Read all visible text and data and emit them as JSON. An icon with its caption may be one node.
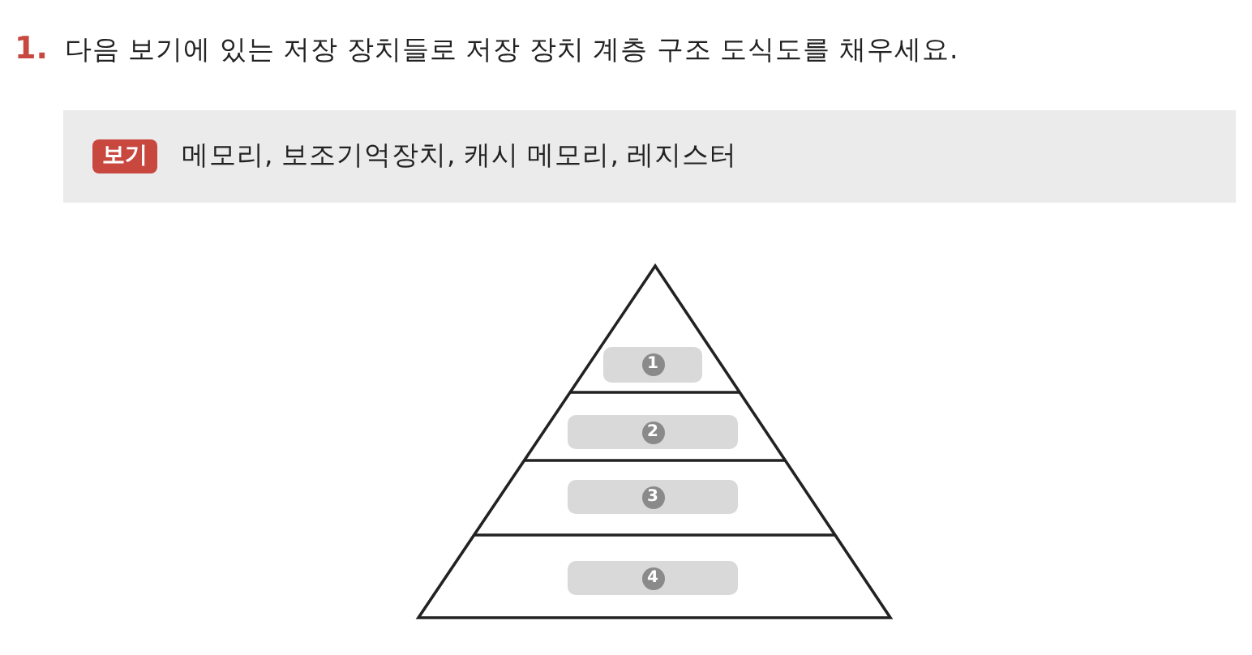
{
  "diagram": {
    "title": "다음 보기에 있는 저장 장치들로 저장 장치 계층 구조 도식도를 채우세요.",
    "nodes": [
      {
        "text": [
          "1"
        ]
      },
      {
        "text": [
          "2"
        ]
      },
      {
        "text": [
          "3"
        ]
      },
      {
        "text": [
          "4"
        ]
      }
    ],
    "labels": [
      "1.",
      "보기",
      "메모리, 보조기억장치, 캐시 메모리, 레지스터"
    ]
  }
}
